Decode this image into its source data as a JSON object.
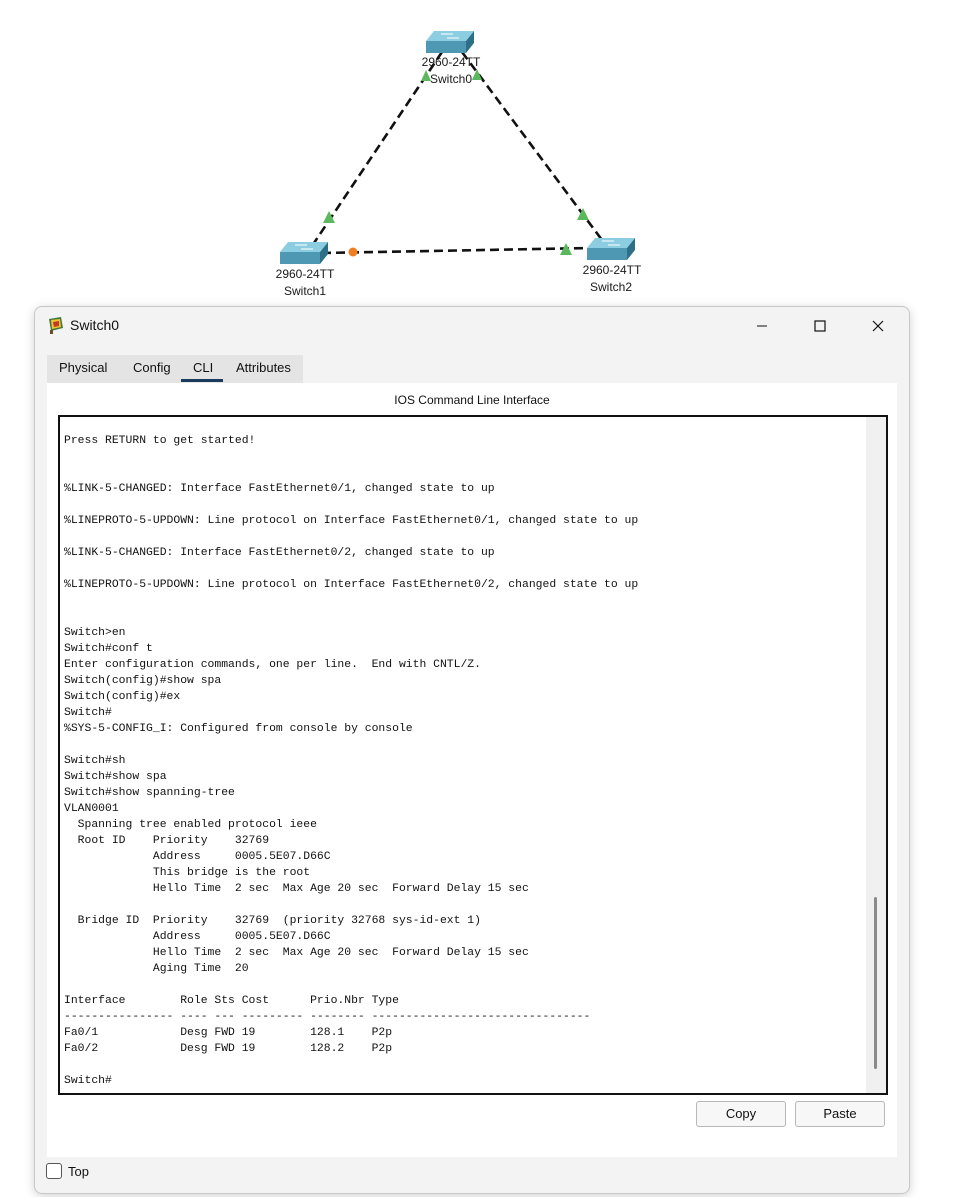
{
  "topology": {
    "devices": [
      {
        "model": "2960-24TT",
        "name": "Switch0"
      },
      {
        "model": "2960-24TT",
        "name": "Switch1"
      },
      {
        "model": "2960-24TT",
        "name": "Switch2"
      }
    ],
    "colors": {
      "link": "#111111",
      "port_up": "#5cb85c",
      "port_blocking": "#f07f22",
      "switch_body": "#4f98b3"
    }
  },
  "window": {
    "title": "Switch0",
    "icon": "packet-tracer-device-icon",
    "controls": {
      "minimize": "─",
      "maximize": "☐",
      "close": "✕"
    },
    "tabs": [
      {
        "label": "Physical"
      },
      {
        "label": "Config"
      },
      {
        "label": "CLI",
        "active": true
      },
      {
        "label": "Attributes"
      }
    ],
    "cli_heading": "IOS Command Line Interface",
    "console_lines": [
      "Press RETURN to get started!",
      "",
      "",
      "%LINK-5-CHANGED: Interface FastEthernet0/1, changed state to up",
      "",
      "%LINEPROTO-5-UPDOWN: Line protocol on Interface FastEthernet0/1, changed state to up",
      "",
      "%LINK-5-CHANGED: Interface FastEthernet0/2, changed state to up",
      "",
      "%LINEPROTO-5-UPDOWN: Line protocol on Interface FastEthernet0/2, changed state to up",
      "",
      "",
      "Switch>en",
      "Switch#conf t",
      "Enter configuration commands, one per line.  End with CNTL/Z.",
      "Switch(config)#show spa",
      "Switch(config)#ex",
      "Switch#",
      "%SYS-5-CONFIG_I: Configured from console by console",
      "",
      "Switch#sh",
      "Switch#show spa",
      "Switch#show spanning-tree",
      "VLAN0001",
      "  Spanning tree enabled protocol ieee",
      "  Root ID    Priority    32769",
      "             Address     0005.5E07.D66C",
      "             This bridge is the root",
      "             Hello Time  2 sec  Max Age 20 sec  Forward Delay 15 sec",
      "",
      "  Bridge ID  Priority    32769  (priority 32768 sys-id-ext 1)",
      "             Address     0005.5E07.D66C",
      "             Hello Time  2 sec  Max Age 20 sec  Forward Delay 15 sec",
      "             Aging Time  20",
      "",
      "Interface        Role Sts Cost      Prio.Nbr Type",
      "---------------- ---- --- --------- -------- --------------------------------",
      "Fa0/1            Desg FWD 19        128.1    P2p",
      "Fa0/2            Desg FWD 19        128.2    P2p",
      "",
      "Switch#"
    ],
    "buttons": {
      "copy": "Copy",
      "paste": "Paste"
    },
    "top_checkbox": {
      "label": "Top",
      "checked": false
    }
  }
}
